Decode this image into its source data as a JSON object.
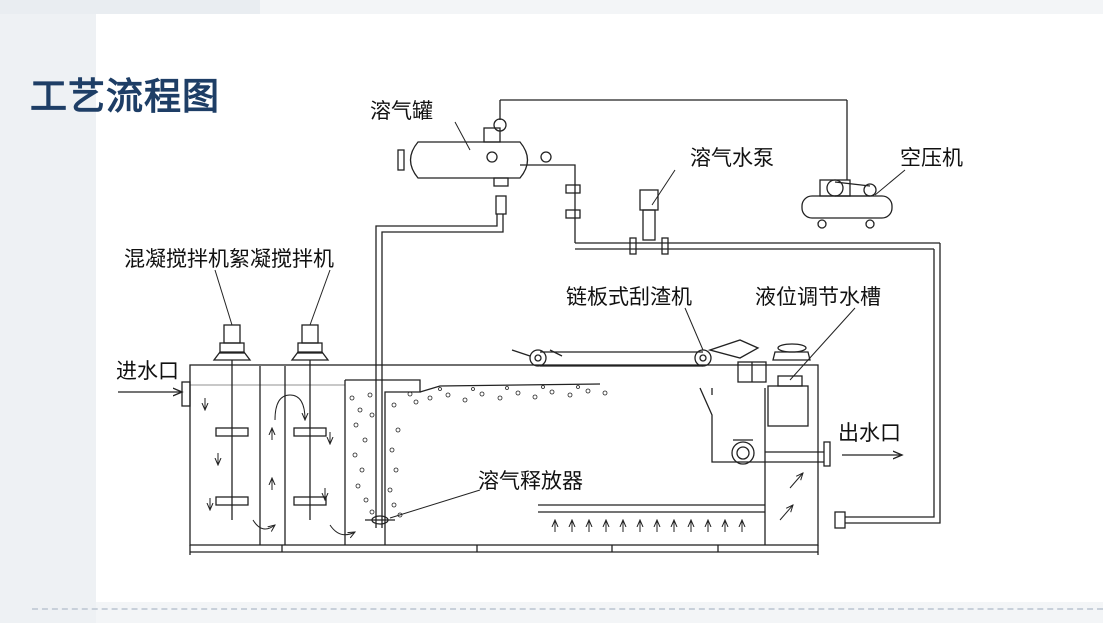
{
  "title": "工艺流程图",
  "labels": {
    "dissolved_air_tank": "溶气罐",
    "dissolved_air_pump": "溶气水泵",
    "air_compressor": "空压机",
    "mixers": "混凝搅拌机絮凝搅拌机",
    "chain_scraper": "链板式刮渣机",
    "level_tank": "液位调节水槽",
    "inlet": "进水口",
    "outlet": "出水口",
    "air_release": "溶气释放器"
  },
  "colors": {
    "title": "#1e3e66",
    "line": "#222222"
  }
}
